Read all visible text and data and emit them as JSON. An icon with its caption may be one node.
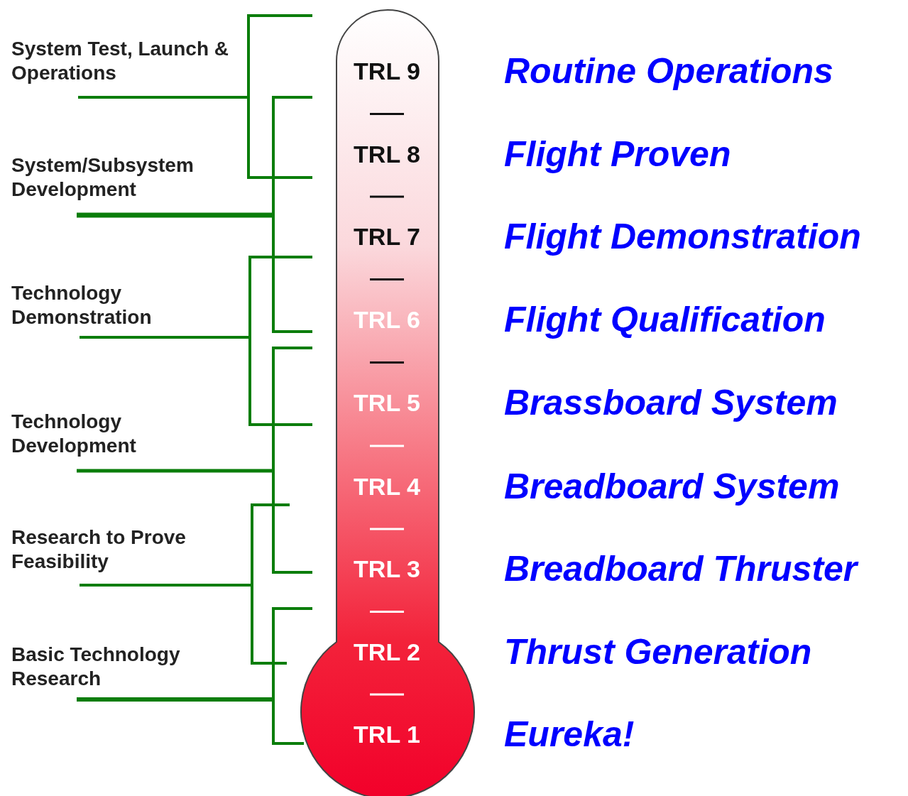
{
  "diagram": {
    "nodes": [
      {
        "text": [
          "TRL 9",
          "TRL 8",
          "TRL 7",
          "TRL 6",
          "TRL 5",
          "TRL 4",
          "TRL 3",
          "TRL 2",
          "TRL 1"
        ]
      }
    ],
    "labels": [
      "System Test, Launch & Operations",
      "System/Subsystem Development",
      "Technology Demonstration",
      "Technology Development",
      "Research to Prove Feasibility",
      "Basic Technology Research",
      "Routine Operations",
      "Flight Proven",
      "Flight Demonstration",
      "Flight Qualification",
      "Brassboard System",
      "Breadboard System",
      "Breadboard Thruster",
      "Thrust Generation",
      "Eureka!"
    ]
  }
}
